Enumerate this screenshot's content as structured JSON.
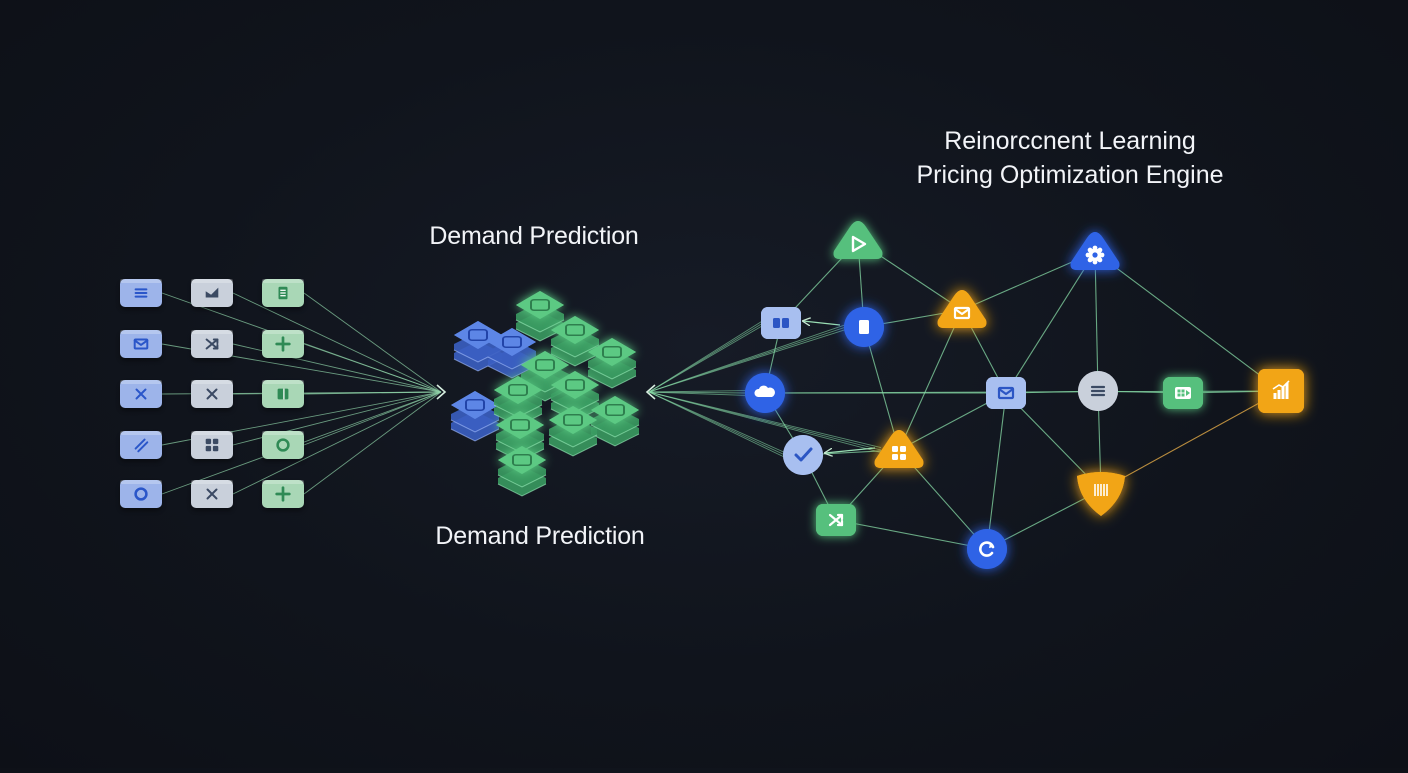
{
  "labels": {
    "demand_top": "Demand Prediction",
    "demand_bottom": "Demand Prediction",
    "engine_line1": "Reinorccnent Learning",
    "engine_line2": "Pricing Optimization Engine"
  },
  "colors": {
    "background": "#10141c",
    "blue": "#2f63e6",
    "blue_light": "#9db4ea",
    "gray_tile": "#c9d0db",
    "green": "#56c07d",
    "green_light": "#a9d7b6",
    "orange": "#f2a516",
    "line_green": "#7fd6a0",
    "line_blue": "#7f9fe6"
  },
  "input_tiles": [
    {
      "icon": "list-icon",
      "tone": "blue"
    },
    {
      "icon": "chart-icon",
      "tone": "gray"
    },
    {
      "icon": "document-icon",
      "tone": "green"
    },
    {
      "icon": "mail-icon",
      "tone": "blue"
    },
    {
      "icon": "shuffle-icon",
      "tone": "gray"
    },
    {
      "icon": "plus-icon",
      "tone": "green"
    },
    {
      "icon": "close-icon",
      "tone": "blue"
    },
    {
      "icon": "close-icon",
      "tone": "gray"
    },
    {
      "icon": "book-icon",
      "tone": "green"
    },
    {
      "icon": "link-icon",
      "tone": "blue"
    },
    {
      "icon": "grid-icon",
      "tone": "gray"
    },
    {
      "icon": "circle-icon",
      "tone": "green"
    },
    {
      "icon": "circle-icon",
      "tone": "blue"
    },
    {
      "icon": "close-icon",
      "tone": "gray"
    },
    {
      "icon": "plus-icon",
      "tone": "green"
    }
  ],
  "network_nodes": [
    {
      "id": "play",
      "icon": "play-icon",
      "tone": "green",
      "shape": "triangle"
    },
    {
      "id": "settings",
      "icon": "gear-icon",
      "tone": "blue",
      "shape": "triangle"
    },
    {
      "id": "cards",
      "icon": "cards-icon",
      "tone": "blue_light",
      "shape": "square"
    },
    {
      "id": "doc",
      "icon": "document-icon",
      "tone": "blue",
      "shape": "circle"
    },
    {
      "id": "mail",
      "icon": "mail-icon",
      "tone": "orange",
      "shape": "triangle"
    },
    {
      "id": "cloud",
      "icon": "cloud-icon",
      "tone": "blue",
      "shape": "circle"
    },
    {
      "id": "mailbox",
      "icon": "mail-icon",
      "tone": "blue_light",
      "shape": "square"
    },
    {
      "id": "menu",
      "icon": "list-icon",
      "tone": "gray",
      "shape": "circle"
    },
    {
      "id": "media",
      "icon": "media-icon",
      "tone": "green",
      "shape": "square"
    },
    {
      "id": "analytics",
      "icon": "bar-chart-icon",
      "tone": "orange",
      "shape": "square"
    },
    {
      "id": "check",
      "icon": "check-icon",
      "tone": "blue_light",
      "shape": "circle"
    },
    {
      "id": "hub",
      "icon": "grid-icon",
      "tone": "orange",
      "shape": "triangle"
    },
    {
      "id": "shield",
      "icon": "shield-icon",
      "tone": "orange",
      "shape": "shield"
    },
    {
      "id": "shuffle",
      "icon": "shuffle-icon",
      "tone": "green",
      "shape": "square"
    },
    {
      "id": "refresh",
      "icon": "refresh-icon",
      "tone": "blue",
      "shape": "circle"
    }
  ]
}
